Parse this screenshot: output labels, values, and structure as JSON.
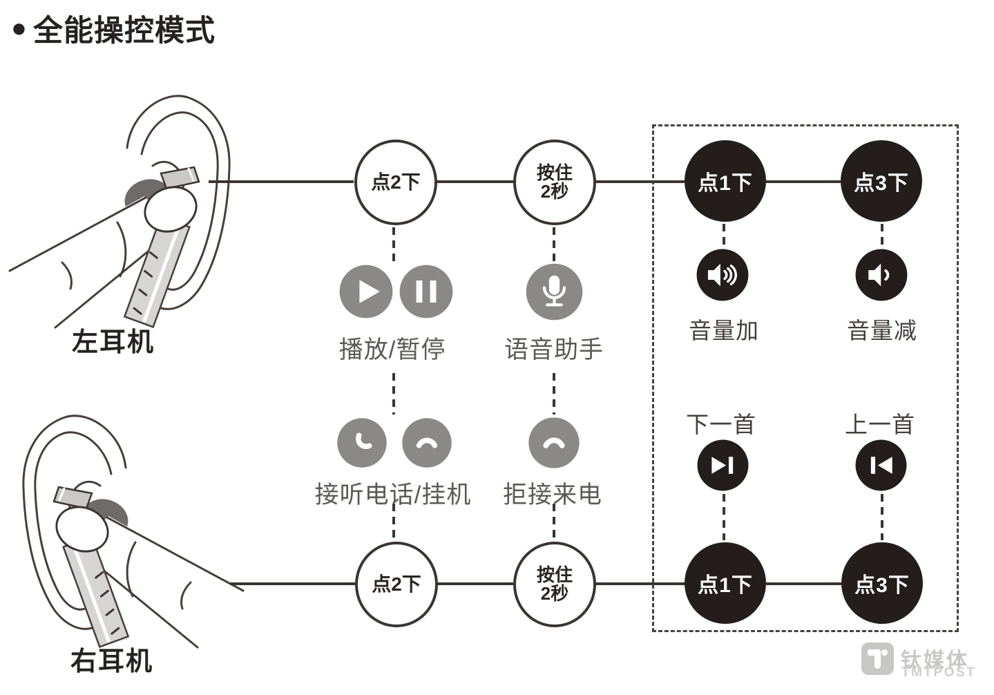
{
  "title": {
    "bullet": "●",
    "text": "全能操控模式"
  },
  "ears": {
    "left": "左耳机",
    "right": "右耳机"
  },
  "gestures": {
    "tap2": "点2下",
    "hold1": "按住",
    "hold2": "2秒",
    "tap1": "点1下",
    "tap3": "点3下"
  },
  "actions": {
    "play_pause": "播放/暂停",
    "voice": "语音助手",
    "vol_up": "音量加",
    "vol_down": "音量减",
    "answer": "接听电话/挂机",
    "reject": "拒接来电",
    "next": "下一首",
    "prev": "上一首"
  },
  "watermark": {
    "cn": "钛媒体",
    "en": "TMTPOST"
  },
  "colors": {
    "ink": "#3a3432",
    "node_black": "#231d1c",
    "icon_gray": "#8b8888",
    "label_gray": "#5c5855",
    "label_dark": "#453f3c",
    "watermark_gray": "#c8c7c6"
  }
}
